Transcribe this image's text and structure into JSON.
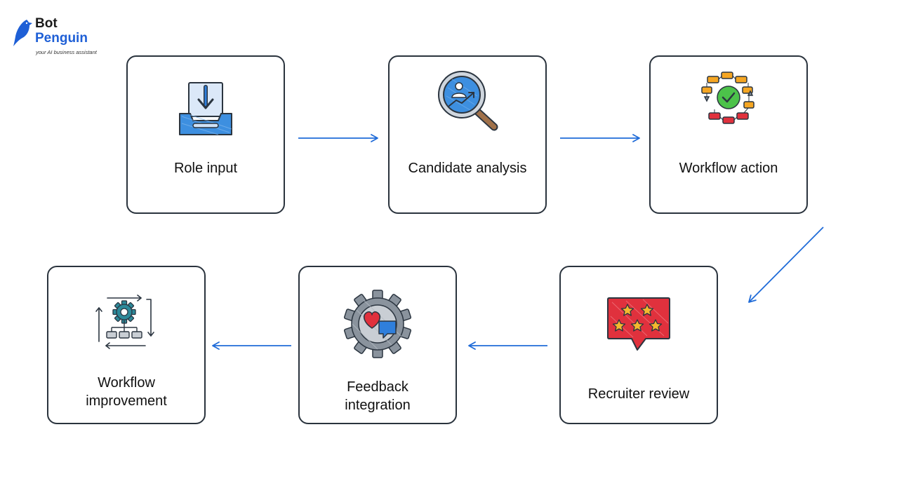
{
  "brand": {
    "line1": "Bot",
    "line2": "Penguin",
    "tagline": "your AI business assistant"
  },
  "steps": [
    {
      "label": "Role input",
      "icon": "inbox-download-icon"
    },
    {
      "label": "Candidate analysis",
      "icon": "magnifier-analytics-icon"
    },
    {
      "label": "Workflow action",
      "icon": "workflow-cycle-check-icon"
    },
    {
      "label": "Recruiter review",
      "icon": "star-rating-bubble-icon"
    },
    {
      "label": "Feedback integration",
      "icon": "gear-chat-heart-icon"
    },
    {
      "label": "Workflow improvement",
      "icon": "process-loop-icon"
    }
  ],
  "colors": {
    "arrow": "#1f6bd8",
    "border": "#2a333d",
    "brand_blue": "#1e5fd6"
  }
}
